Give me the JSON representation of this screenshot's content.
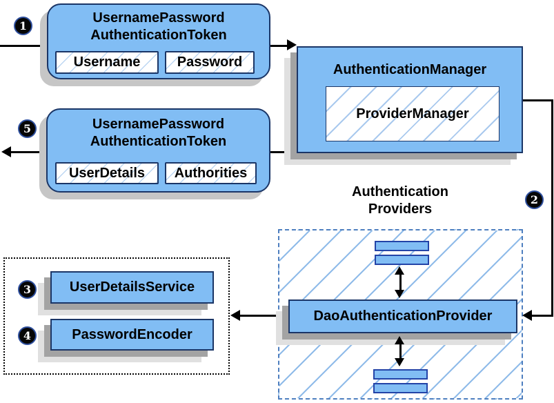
{
  "diagram": {
    "steps": {
      "n1": "1",
      "n2": "2",
      "n3": "3",
      "n4": "4",
      "n5": "5"
    },
    "token_request": {
      "title_line1": "UsernamePassword",
      "title_line2": "AuthenticationToken",
      "fields": [
        "Username",
        "Password"
      ]
    },
    "authentication_manager": {
      "title": "AuthenticationManager",
      "inner_label": "ProviderManager"
    },
    "token_response": {
      "title_line1": "UsernamePassword",
      "title_line2": "AuthenticationToken",
      "fields": [
        "UserDetails",
        "Authorities"
      ]
    },
    "providers_group": {
      "label_line1": "Authentication",
      "label_line2": "Providers",
      "provider_label": "DaoAuthenticationProvider"
    },
    "collaborators": {
      "user_details_service": "UserDetailsService",
      "password_encoder": "PasswordEncoder"
    },
    "colors": {
      "node_fill": "#81bdf4",
      "node_border": "#1a3566",
      "bar_border": "#2343a7",
      "dashed_border": "#4d7ebf",
      "hatch_line": "#9cc4ee",
      "arrow": "#000000",
      "shadow_dark": "#a3a3a3",
      "shadow_light": "#e0e0e0"
    }
  }
}
